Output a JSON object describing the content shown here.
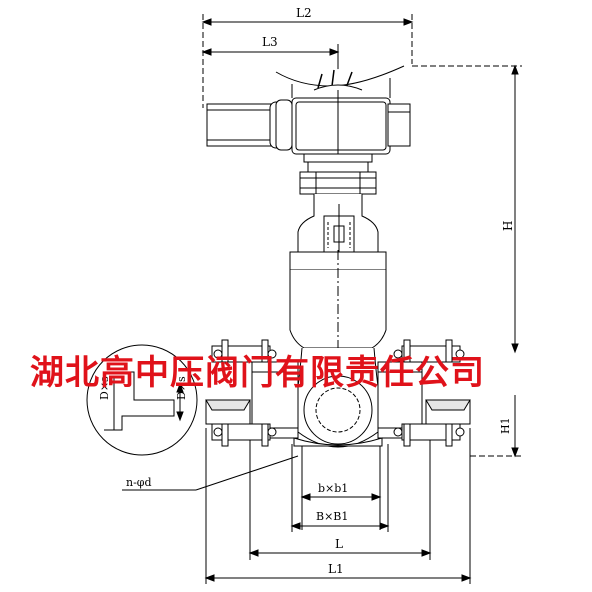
{
  "dimensions": {
    "L2": "L2",
    "L3": "L3",
    "H": "H",
    "H1": "H1",
    "L": "L",
    "L1": "L1",
    "bxb1": "b×b1",
    "BxB1": "B×B1",
    "n_phi_d": "n-φd",
    "Dxs_left": "D×s",
    "Dxs_right": "D×s"
  },
  "watermark": "湖北高中压阀门有限责任公司",
  "colors": {
    "line": "#000000",
    "watermark": "#e0121a",
    "metal": "#d8d8d8"
  }
}
